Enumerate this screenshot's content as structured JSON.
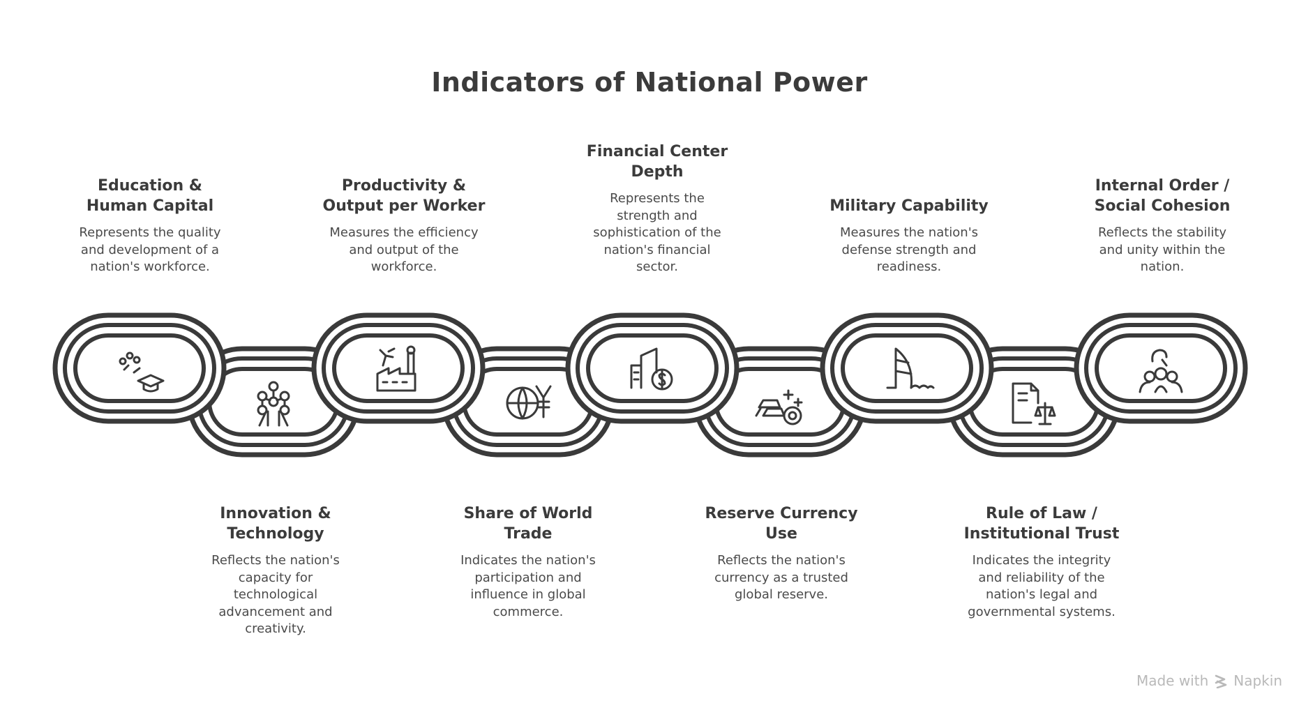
{
  "title": "Indicators of National Power",
  "indicators": [
    {
      "heading": "Education &\nHuman Capital",
      "description": "Represents the quality\nand development of a\nnation's workforce.",
      "icon": "education-icon"
    },
    {
      "heading": "Innovation &\nTechnology",
      "description": "Reflects the nation's\ncapacity for\ntechnological\nadvancement and\ncreativity.",
      "icon": "atomium-icon"
    },
    {
      "heading": "Productivity &\nOutput per Worker",
      "description": "Measures the efficiency\nand output of the\nworkforce.",
      "icon": "factory-icon"
    },
    {
      "heading": "Share of World\nTrade",
      "description": "Indicates the nation's\nparticipation and\ninfluence in global\ncommerce.",
      "icon": "globe-yen-icon"
    },
    {
      "heading": "Financial Center\nDepth",
      "description": "Represents the\nstrength and\nsophistication of the\nnation's financial\nsector.",
      "icon": "financial-buildings-icon"
    },
    {
      "heading": "Reserve Currency\nUse",
      "description": "Reflects the nation's\ncurrency as a trusted\nglobal reserve.",
      "icon": "gold-bars-icon"
    },
    {
      "heading": "Military Capability",
      "description": "Measures the nation's\ndefense strength and\nreadiness.",
      "icon": "naval-sail-icon"
    },
    {
      "heading": "Rule of Law /\nInstitutional Trust",
      "description": "Indicates the integrity\nand reliability of the\nnation's legal and\ngovernmental systems.",
      "icon": "legal-scales-icon"
    },
    {
      "heading": "Internal Order /\nSocial Cohesion",
      "description": "Reflects the stability\nand unity within the\nnation.",
      "icon": "community-icon"
    }
  ],
  "credit": {
    "prefix": "Made with",
    "brand": "Napkin"
  }
}
